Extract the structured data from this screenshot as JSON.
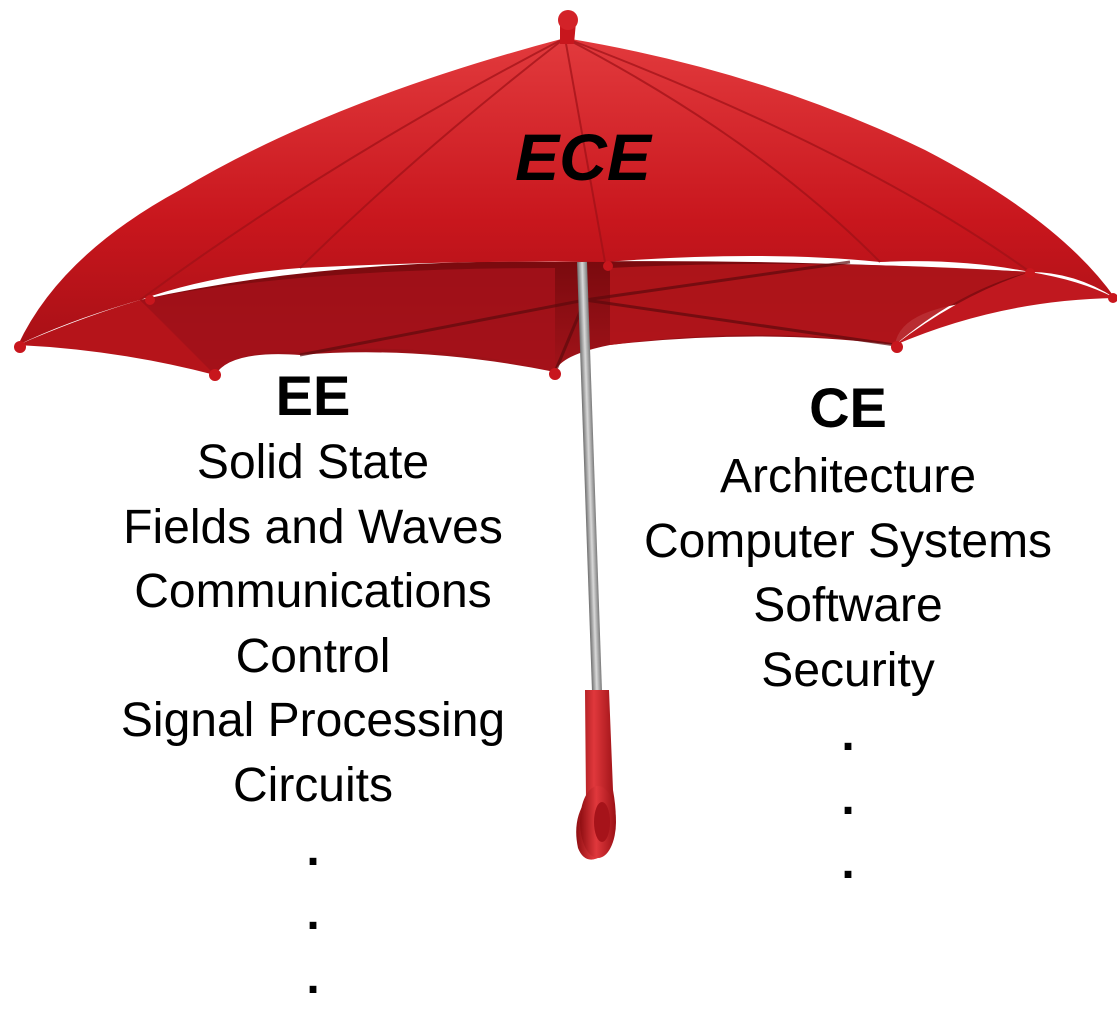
{
  "title": "ECE",
  "colors": {
    "canopy": "#c8161d",
    "canopy_dark": "#8e0d12",
    "canopy_light": "#e03a3e",
    "shaft": "#9a9a9a",
    "handle": "#c41a1f",
    "text": "#000000"
  },
  "icon": "red-umbrella",
  "ee": {
    "heading": "EE",
    "items": [
      "Solid State",
      "Fields and Waves",
      "Communications",
      "Control",
      "Signal Processing",
      "Circuits"
    ],
    "dots": [
      ".",
      ".",
      "."
    ]
  },
  "ce": {
    "heading": "CE",
    "items": [
      "Architecture",
      "Computer Systems",
      "Software",
      "Security"
    ],
    "dots": [
      ".",
      ".",
      "."
    ]
  }
}
